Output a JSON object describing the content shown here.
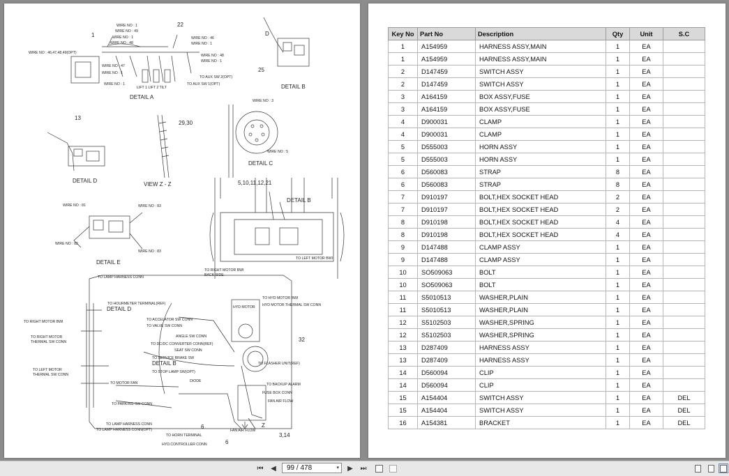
{
  "drawing": {
    "details": [
      "DETAIL A",
      "DETAIL B",
      "DETAIL C",
      "DETAIL D",
      "VIEW Z - Z",
      "DETAIL E",
      "DETAIL B",
      "DETAIL D",
      "DETAIL B"
    ],
    "numbers": [
      "1",
      "22",
      "25",
      "13",
      "29,30",
      "5,10,11,12,21",
      "32",
      "6",
      "6",
      "3,14",
      "Z"
    ],
    "labels": {
      "a1": "WIRE NO : 1",
      "a2": "WIRE NO : 49",
      "a3": "WIRE NO : 1",
      "a4": "WIRE NO : 48",
      "a5": "WIRE NO : 46",
      "a6": "WIRE NO : 1",
      "a7": "WIRE NO : 46,47,48,49(OPT)",
      "a8": "WIRE NO : 48",
      "a9": "WIRE NO : 1",
      "a10": "WIRE NO : 47",
      "a11": "WIRE NO : 1",
      "a12": "WIRE NO : 1",
      "a13": "LIFT 1  LIFT 2  TILT",
      "a14": "TO AUX SW 2(OPT)",
      "a15": "TO AUX SW 1(OPT)",
      "b1": "D",
      "c1": "WIRE NO : 3",
      "c2": "WIRE NO : 5",
      "e1": "WIRE NO : 81",
      "e2": "WIRE NO : 83",
      "e3": "WIRE NO : 82",
      "e4": "WIRE NO : 83",
      "r1": "TO LEFT MOTOR BWI",
      "r2": "TO RIGHT MOTOR BWI",
      "r3": "BACK SIDE",
      "m1": "TO LAMP HARNESS CONN",
      "m2": "TO HOURMETER TERMINAL(REF)",
      "m3": "TO HYD MOTOR BWI",
      "m4": "HYD MOTOR THERMAL SW CONN",
      "m5": "HYD MOTOR",
      "m6": "TO RIGHT MOTOR BWI",
      "m7": "TO ACCELATOR SW CONN",
      "m8": "TO VALVE SW CONN",
      "m9": "TO RIGHT MOTOR",
      "m10": "THERMAL SW CONN",
      "m11": "ANGLE SW CONN",
      "m12": "TO DC/DC CONVERTER CONN(REF)",
      "m13": "SEAT SW CONN",
      "m14": "TO SERVICE BRAKE SW",
      "m15": "TO FLASHER UNIT(REF)",
      "m16": "TO LEFT MOTOR",
      "m17": "THERMAL SW CONN",
      "m18": "TO STOP LAMP SW(OPT)",
      "m19": "DIODE",
      "m20": "TO MOTOR FAN",
      "m21": "TO BACKUP ALARM",
      "m22": "FUSE BOX CONN",
      "m23": "FAN AIR FLOW",
      "m24": "TO PARKING SW CONN",
      "m25": "TO LAMP HARNESS CONN",
      "m26": "TO LAMP HARNESS CONN(OPT)",
      "m27": "TO HORN TERMINAL",
      "m28": "HYD.CONTROLLER CONN",
      "m29": "FAN AIR FLOW"
    }
  },
  "table": {
    "headers": [
      "Key No",
      "Part No",
      "Description",
      "Qty",
      "Unit",
      "S.C"
    ],
    "rows": [
      [
        "1",
        "A154959",
        "HARNESS ASSY,MAIN",
        "1",
        "EA",
        ""
      ],
      [
        "1",
        "A154959",
        "HARNESS ASSY,MAIN",
        "1",
        "EA",
        ""
      ],
      [
        "2",
        "D147459",
        "SWITCH ASSY",
        "1",
        "EA",
        ""
      ],
      [
        "2",
        "D147459",
        "SWITCH ASSY",
        "1",
        "EA",
        ""
      ],
      [
        "3",
        "A164159",
        "BOX ASSY,FUSE",
        "1",
        "EA",
        ""
      ],
      [
        "3",
        "A164159",
        "BOX ASSY,FUSE",
        "1",
        "EA",
        ""
      ],
      [
        "4",
        "D900031",
        "CLAMP",
        "1",
        "EA",
        ""
      ],
      [
        "4",
        "D900031",
        "CLAMP",
        "1",
        "EA",
        ""
      ],
      [
        "5",
        "D555003",
        "HORN ASSY",
        "1",
        "EA",
        ""
      ],
      [
        "5",
        "D555003",
        "HORN ASSY",
        "1",
        "EA",
        ""
      ],
      [
        "6",
        "D560083",
        "STRAP",
        "8",
        "EA",
        ""
      ],
      [
        "6",
        "D560083",
        "STRAP",
        "8",
        "EA",
        ""
      ],
      [
        "7",
        "D910197",
        "BOLT,HEX SOCKET HEAD",
        "2",
        "EA",
        ""
      ],
      [
        "7",
        "D910197",
        "BOLT,HEX SOCKET HEAD",
        "2",
        "EA",
        ""
      ],
      [
        "8",
        "D910198",
        "BOLT,HEX SOCKET HEAD",
        "4",
        "EA",
        ""
      ],
      [
        "8",
        "D910198",
        "BOLT,HEX SOCKET HEAD",
        "4",
        "EA",
        ""
      ],
      [
        "9",
        "D147488",
        "CLAMP ASSY",
        "1",
        "EA",
        ""
      ],
      [
        "9",
        "D147488",
        "CLAMP ASSY",
        "1",
        "EA",
        ""
      ],
      [
        "10",
        "SO509063",
        "BOLT",
        "1",
        "EA",
        ""
      ],
      [
        "10",
        "SO509063",
        "BOLT",
        "1",
        "EA",
        ""
      ],
      [
        "11",
        "S5010513",
        "WASHER,PLAIN",
        "1",
        "EA",
        ""
      ],
      [
        "11",
        "S5010513",
        "WASHER,PLAIN",
        "1",
        "EA",
        ""
      ],
      [
        "12",
        "S5102503",
        "WASHER,SPRING",
        "1",
        "EA",
        ""
      ],
      [
        "12",
        "S5102503",
        "WASHER,SPRING",
        "1",
        "EA",
        ""
      ],
      [
        "13",
        "D287409",
        "HARNESS ASSY",
        "1",
        "EA",
        ""
      ],
      [
        "13",
        "D287409",
        "HARNESS ASSY",
        "1",
        "EA",
        ""
      ],
      [
        "14",
        "D560094",
        "CLIP",
        "1",
        "EA",
        ""
      ],
      [
        "14",
        "D560094",
        "CLIP",
        "1",
        "EA",
        ""
      ],
      [
        "15",
        "A154404",
        "SWITCH ASSY",
        "1",
        "EA",
        "DEL"
      ],
      [
        "15",
        "A154404",
        "SWITCH ASSY",
        "1",
        "EA",
        "DEL"
      ],
      [
        "16",
        "A154381",
        "BRACKET",
        "1",
        "EA",
        "DEL"
      ]
    ]
  },
  "toolbar": {
    "page_indicator": "99 / 478",
    "icons": [
      "first-page-icon",
      "prev-page-icon",
      "dropdown-arrow-icon",
      "next-page-icon",
      "last-page-icon",
      "rotate-icon",
      "copy-icon",
      "single-page-view-icon",
      "continuous-view-icon",
      "two-page-view-icon"
    ]
  }
}
